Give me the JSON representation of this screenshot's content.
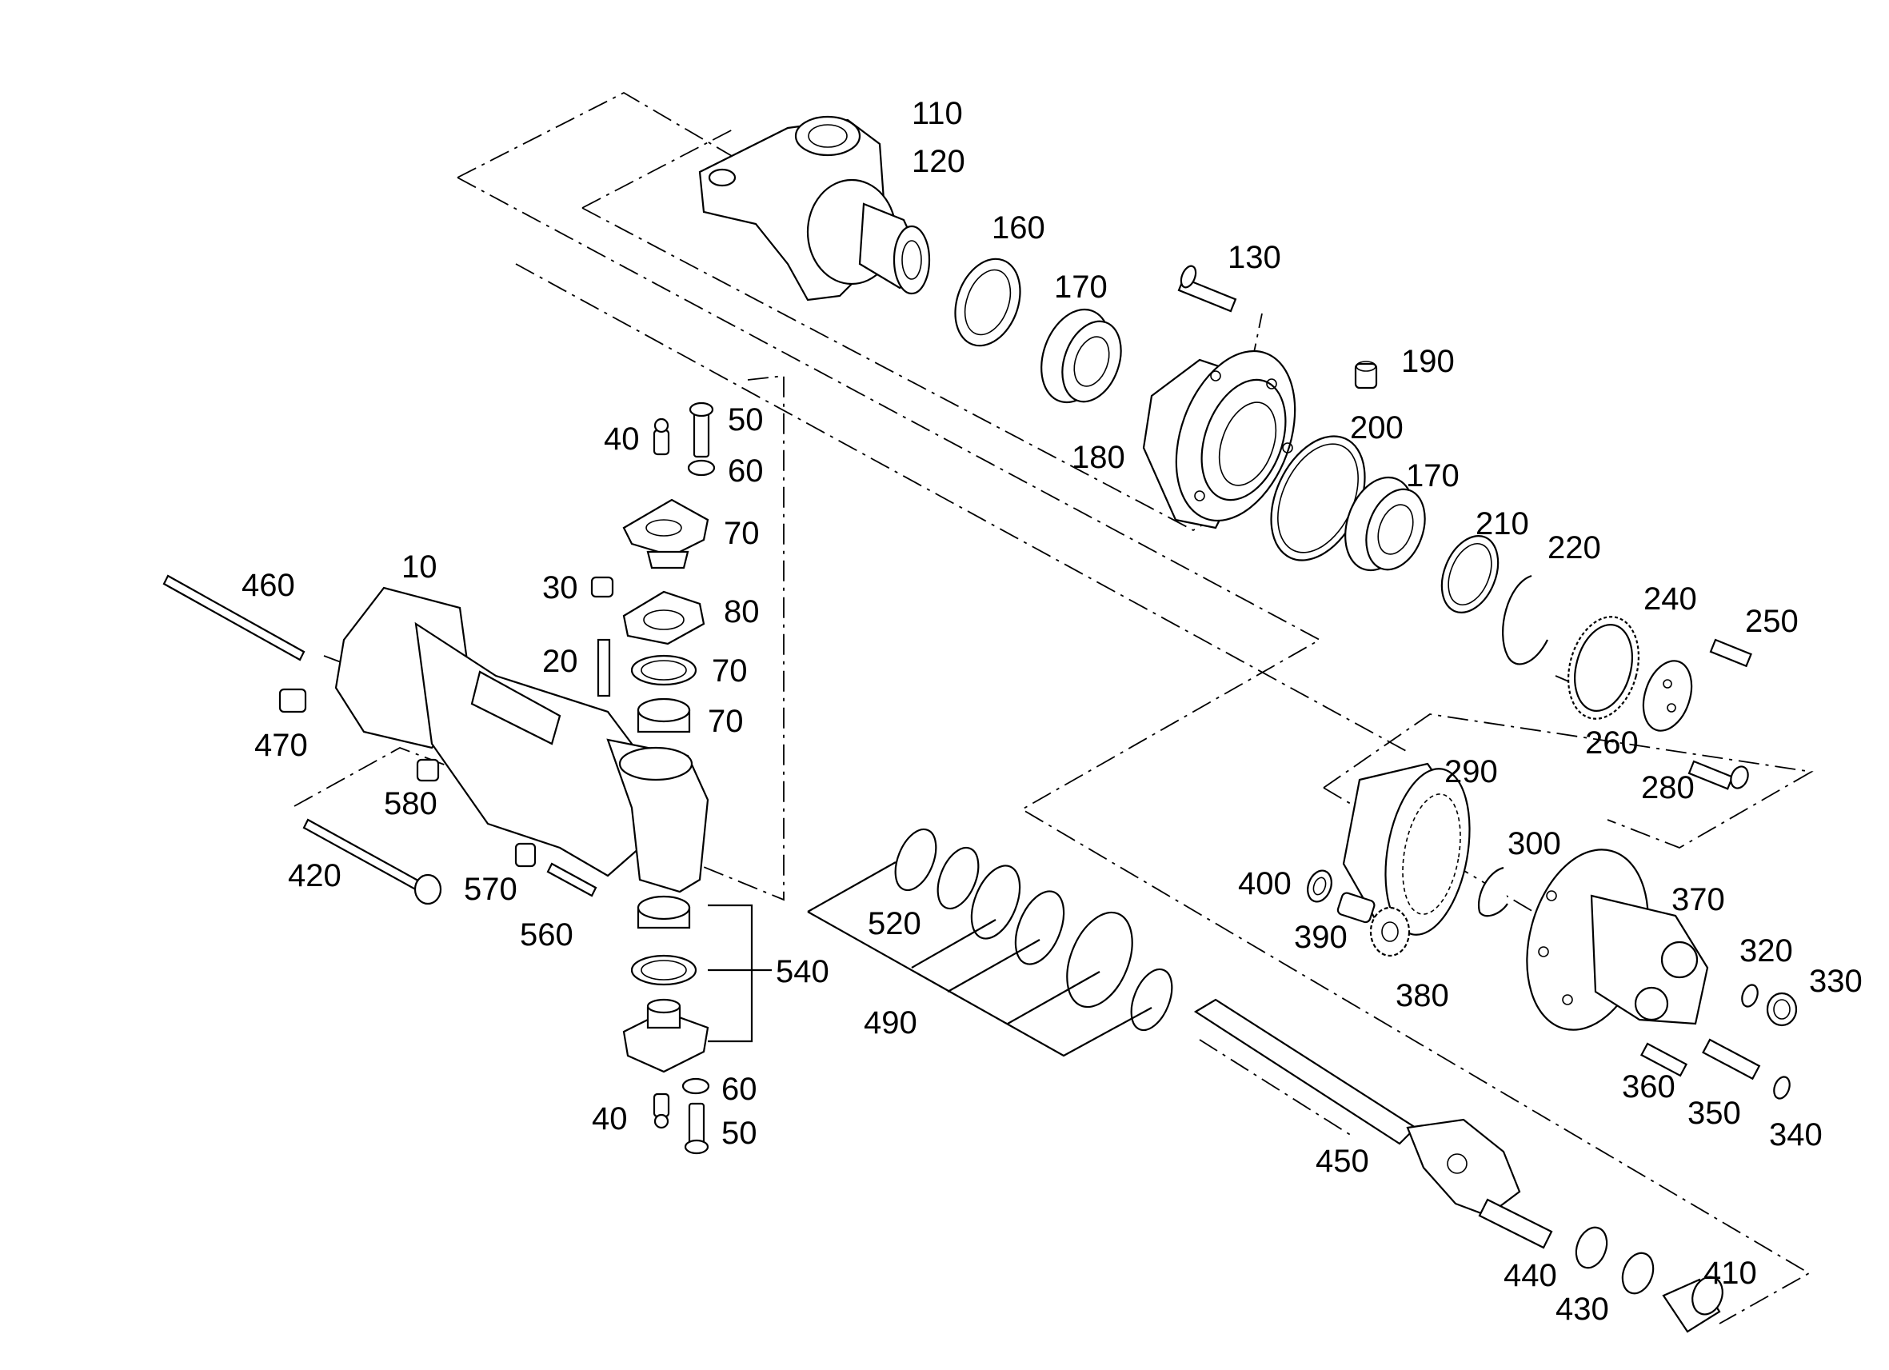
{
  "labels": {
    "p10": "10",
    "p20": "20",
    "p30": "30",
    "p40a": "40",
    "p40b": "40",
    "p50a": "50",
    "p50b": "50",
    "p60a": "60",
    "p60b": "60",
    "p70a": "70",
    "p70b": "70",
    "p70c": "70",
    "p80": "80",
    "p110": "110",
    "p120": "120",
    "p130": "130",
    "p160": "160",
    "p170a": "170",
    "p170b": "170",
    "p180": "180",
    "p190": "190",
    "p200": "200",
    "p210": "210",
    "p220": "220",
    "p240": "240",
    "p250": "250",
    "p260": "260",
    "p280": "280",
    "p290": "290",
    "p300": "300",
    "p320": "320",
    "p330": "330",
    "p340": "340",
    "p350": "350",
    "p360": "360",
    "p370": "370",
    "p380": "380",
    "p390": "390",
    "p400": "400",
    "p410": "410",
    "p420": "420",
    "p430": "430",
    "p440": "440",
    "p450": "450",
    "p460": "460",
    "p470": "470",
    "p490": "490",
    "p520": "520",
    "p540": "540",
    "p560": "560",
    "p570": "570",
    "p580": "580"
  }
}
